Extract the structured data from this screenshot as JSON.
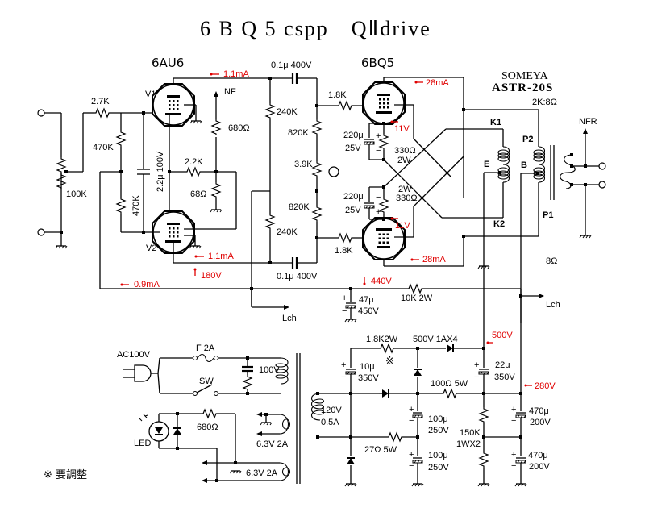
{
  "title": "6 B Q 5 cspp　QⅡdrive",
  "tubes": {
    "driver": "6AU6",
    "output": "6BQ5",
    "v1": "V1",
    "v2": "V2"
  },
  "transformer": {
    "brand": "SOMEYA",
    "model": "ASTR-20S",
    "ratio": "2K:8Ω",
    "taps": {
      "k1": "K1",
      "k2": "K2",
      "e": "E",
      "p1": "P1",
      "p2": "P2",
      "b": "B"
    },
    "nfr": "NFR",
    "speaker_impedance": "8Ω"
  },
  "components": {
    "r_input_pot": "100K",
    "r_grid_stop": "2.7K",
    "r_470k_a": "470K",
    "r_470k_b": "470K",
    "c_cathode_bypass": "2.2μ 100V",
    "r_2_2k": "2.2K",
    "r_68": "68Ω",
    "r_680_nf": "680Ω",
    "nf_label": "NF",
    "c_coupling_top": "0.1μ 400V",
    "c_coupling_bottom": "0.1μ 400V",
    "r_240k_top": "240K",
    "r_240k_bottom": "240K",
    "r_820k_top": "820K",
    "r_820k_bottom": "820K",
    "r_3_9k": "3.9K",
    "r_1_8k_top": "1.8K",
    "r_1_8k_bottom": "1.8K",
    "c_220u_top": "220μ",
    "c_220u_top_v": "25V",
    "c_220u_bottom": "220μ",
    "c_220u_bottom_v": "25V",
    "r_330_top": "330Ω",
    "r_330_top_w": "2W",
    "r_330_bottom": "330Ω",
    "r_330_bottom_w": "2W",
    "c_47u": "47μ",
    "c_47u_v": "450V",
    "r_10k": "10K 2W",
    "lch_1": "Lch",
    "lch_2": "Lch"
  },
  "measurements": {
    "v1_current": "1.1mA",
    "v2_current": "1.1mA",
    "v2_plate_voltage": "180V",
    "bias_current": "0.9mA",
    "b_plus_440": "440V",
    "out_top_current": "28mA",
    "out_bottom_current": "28mA",
    "cathode_top_v": "11V",
    "cathode_bottom_v": "11V",
    "b_plus_500": "500V",
    "b_plus_280": "280V"
  },
  "power_supply": {
    "ac_in": "AC100V",
    "fuse": "F 2A",
    "switch": "SW",
    "primary": "100V",
    "ht_winding": "120V",
    "ht_current": "0.5A",
    "heater_1": "6.3V 2A",
    "heater_2": "6.3V 2A",
    "led": "LED",
    "r_led": "680Ω",
    "r_1_8k_2w": "1.8K2W",
    "adjust_mark": "※",
    "diodes": "500V 1AX4",
    "c_10u": "10μ",
    "c_10u_v": "350V",
    "c_22u": "22μ",
    "c_22u_v": "350V",
    "r_100_5w": "100Ω 5W",
    "r_27_5w": "27Ω 5W",
    "c_100u_a": "100μ",
    "c_100u_a_v": "250V",
    "c_100u_b": "100μ",
    "c_100u_b_v": "250V",
    "r_150k": "150K",
    "r_150k_w": "1WX2",
    "c_470u_a": "470μ",
    "c_470u_a_v": "200V",
    "c_470u_b": "470μ",
    "c_470u_b_v": "200V"
  },
  "footnote": "※ 要調整"
}
